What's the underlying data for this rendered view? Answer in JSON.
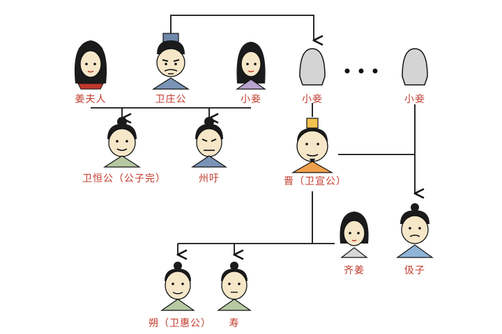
{
  "people": {
    "jiang_furen": "姜夫人",
    "wei_zhuanggong": "卫庄公",
    "xiaoqie_1": "小妾",
    "xiaoqie_2": "小妾",
    "xiaoqie_3": "小妾",
    "wei_huangong": "卫恒公（公子完）",
    "zhouxu": "州吁",
    "jin": "晋（卫宣公）",
    "qijiang": "齐姜",
    "jizi": "伋子",
    "shuo": "朔（卫惠公）",
    "shou": "寿"
  },
  "ellipsis": "• • •",
  "colors": {
    "label": "#c0392b",
    "line": "#111111",
    "silhouette": "#d4d4d4",
    "skin": "#f6e7c9",
    "hair": "#1b1b1b"
  }
}
